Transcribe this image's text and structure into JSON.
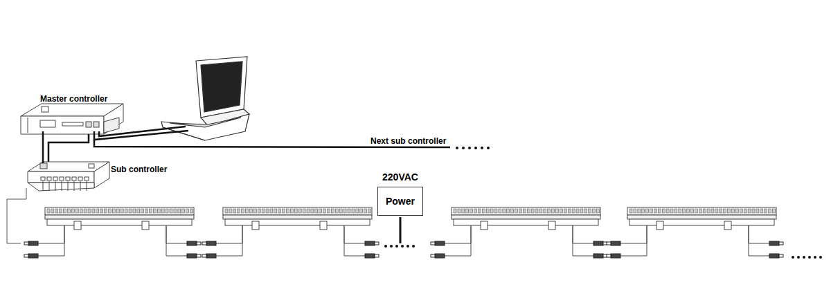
{
  "diagram": {
    "nodes": [
      {
        "text": [
          "Master controller"
        ]
      },
      {
        "text": [
          "Sub controller"
        ]
      },
      {
        "text": [
          "220VAC",
          "Power"
        ]
      }
    ],
    "edges": [
      {
        "from": 0,
        "to": 1,
        "arrow": "none"
      }
    ],
    "labels": [
      "Next sub controller"
    ]
  }
}
